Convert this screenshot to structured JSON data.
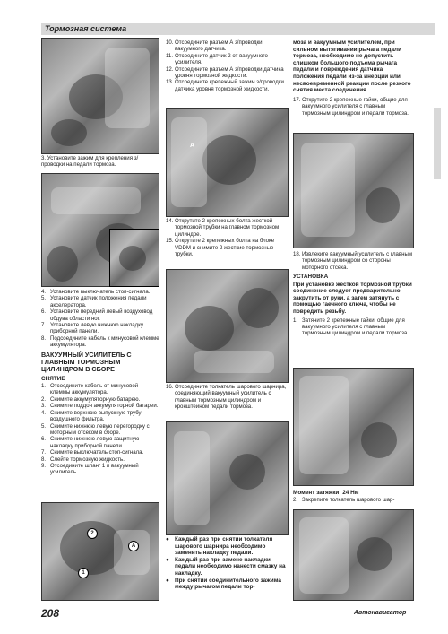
{
  "header": {
    "title": "Тормозная система"
  },
  "col1": {
    "cap3": "3. Установите зажим для крепления з/проводки на педали тормоза.",
    "steps4_9": [
      {
        "n": "4.",
        "t": "Установите выключатель стоп-сигнала."
      },
      {
        "n": "5.",
        "t": "Установите датчик положения педали акселератора."
      },
      {
        "n": "6.",
        "t": "Установите передний левый воздуховод обдува области ног."
      },
      {
        "n": "7.",
        "t": "Установите левую нижнюю накладку приборной панели."
      },
      {
        "n": "8.",
        "t": "Подсоедините кабель к минусовой клемме аккумулятора."
      }
    ],
    "section_title": "ВАКУУМНЫЙ УСИЛИТЕЛЬ С ГЛАВНЫМ ТОРМОЗНЫМ ЦИЛИНДРОМ В СБОРЕ",
    "removal_title": "СНЯТИЕ",
    "removal_steps": [
      {
        "n": "1.",
        "t": "Отсоедините кабель от минусовой клеммы аккумулятора."
      },
      {
        "n": "2.",
        "t": "Снимите аккумуляторную батарею."
      },
      {
        "n": "3.",
        "t": "Снимите поддон аккумуляторной батареи."
      },
      {
        "n": "4.",
        "t": "Снимите верхнюю выпускную трубу воздушного фильтра."
      },
      {
        "n": "5.",
        "t": "Снимите нижнюю левую перегородку с моторным отсеком в сборе."
      },
      {
        "n": "6.",
        "t": "Снимите нижнюю левую защитную накладку приборной панели."
      },
      {
        "n": "7.",
        "t": "Снимите выключатель стоп-сигнала."
      },
      {
        "n": "8.",
        "t": "Слейте тормозную жидкость."
      },
      {
        "n": "9.",
        "t": "Отсоедините шланг 1 и вакуумный усилитель."
      }
    ],
    "callouts": [
      "1",
      "2",
      "A"
    ]
  },
  "col2": {
    "steps10_13": [
      {
        "n": "10.",
        "t": "Отсоедините разъем А з/проводки вакуумного датчика."
      },
      {
        "n": "11.",
        "t": "Отсоедините датчик 2 от вакуумного усилителя."
      },
      {
        "n": "12.",
        "t": "Отсоедините разъем А з/проводки датчика уровня тормозной жидкости."
      },
      {
        "n": "13.",
        "t": "Отсоедините крепежный зажим з/проводки датчика уровня тормозной жидкости."
      }
    ],
    "photo_label": "A",
    "steps14_15": [
      {
        "n": "14.",
        "t": "Открутите 2 крепежных болта жесткой тормозной трубки на главном тормозном цилиндре."
      },
      {
        "n": "15.",
        "t": "Открутите 2 крепежных болта на блоке VDDM и снимите 2 жесткие тормозные трубки."
      }
    ],
    "step16": {
      "n": "16.",
      "t": "Отсоедините толкатель шарового шарнира, соединяющий вакуумный усилитель с главным тормозным цилиндром и кронштейном педали тормоза."
    },
    "bullets": [
      "Каждый раз при снятии толкателя шарового шарнира необходимо заменить накладку педали.",
      "Каждый раз при замене накладки педали необходимо нанести смазку на накладку.",
      "При снятии соединительного зажима между рычагом педали тор-"
    ]
  },
  "col3": {
    "cont_bold": "моза и вакуумным усилителем, при сильном вытягивании рычага педали тормоза, необходимо не допустить слишком большого подъема рычага педали и повреждения датчика положения педали из-за инерции или несвоевременной реакции после резкого снятия места соединения.",
    "step17": {
      "n": "17.",
      "t": "Открутите 2 крепежные гайки, общие для вакуумного усилителя с главным тормозным цилиндром и педали тормоза."
    },
    "step18": {
      "n": "18.",
      "t": "Извлеките вакуумный усилитель с главным тормозным цилиндром со стороны моторного отсека."
    },
    "install_title": "УСТАНОВКА",
    "install_note": "При установке жесткой тормозной трубки соединение следует предварительно закрутить от руки, а затем затянуть с помощью гаечного ключа, чтобы не повредить резьбу.",
    "install_step1": {
      "n": "1.",
      "t": "Затяните 2 крепежные гайки, общие для вакуумного усилителя с главным тормозным цилиндром и педали тормоза."
    },
    "torque": "Момент затяжки: 24 Нм",
    "install_step2": {
      "n": "2.",
      "t": "Закрепите толкатель шарового шар-"
    }
  },
  "footer": {
    "page": "208",
    "publisher": "Автонавигатор"
  }
}
